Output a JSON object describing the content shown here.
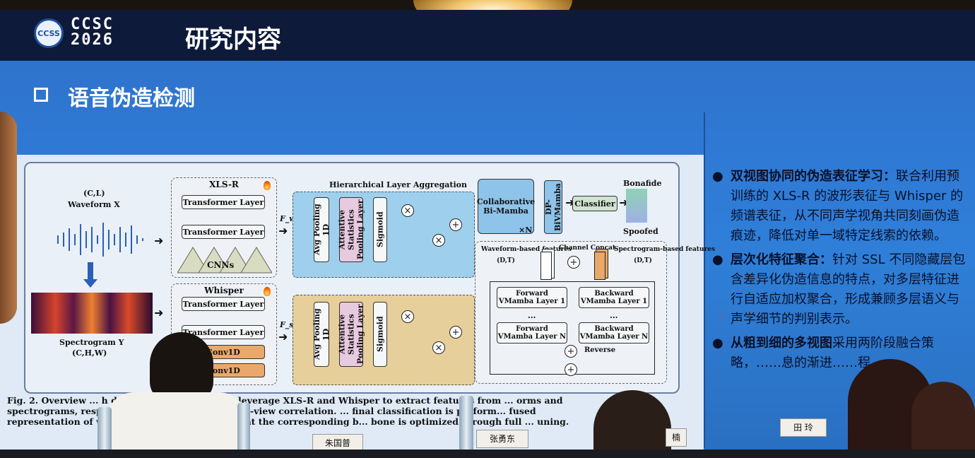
{
  "header": {
    "logo_abbrev": "CCSS",
    "logo_line1": "CCSC",
    "logo_line2": "2026",
    "title": "研究内容"
  },
  "section": {
    "title": "语音伪造检测"
  },
  "figure": {
    "input_top": {
      "dims": "(C,L)",
      "name": "Waveform X"
    },
    "input_bottom": {
      "dims": "(C,H,W)",
      "name": "Spectrogram Y"
    },
    "xlsr_panel": {
      "title": "XLS-R",
      "layer1": "Transformer Layer",
      "layer2": "Transformer Layer",
      "base": "CNNs"
    },
    "whisper_panel": {
      "title": "Whisper",
      "layer1": "Transformer Layer",
      "layer2": "Transformer Layer",
      "conv1": "Conv1D",
      "conv2": "Conv1D"
    },
    "hla_title": "Hierarchical Layer Aggregation",
    "avg_pool": "Avg Pooling 1D",
    "attn_pool": "Attentive Statistics Pooling Layer",
    "sigmoid": "Sigmoid",
    "fw": "F_w",
    "fs": "F_s",
    "collab": "Collaborative Bi-Mamba",
    "times_n": "×N",
    "dp": "DP-BiVMamba",
    "classifier": "Classifier",
    "bonafide": "Bonafide",
    "spoofed": "Spoofed",
    "channel_concat": "Channel Concat",
    "wave_feat": "Waveform-based features",
    "wave_dims": "(D,T)",
    "spec_feat": "Spectrogram-based features",
    "spec_dims": "(D,T)",
    "fwd1": "Forward VMamba Layer 1",
    "bwd1": "Backward VMamba Layer 1",
    "fwdn": "Forward VMamba Layer N",
    "bwdn": "Backward VMamba Layer N",
    "reverse": "Reverse",
    "dots": "...",
    "caption_line1": "Fig. 2.   Overview ... h detection framework. We leverage XLS-R and Whisper to extract features from ... orms and",
    "caption_line2": "spectrograms, resp... CPMF to enhance the cross-view correlation. ... final classification is perform... fused",
    "caption_line3": "representation of w... . The fire icon indicates that the corresponding b... bone is optimized through full ... uning."
  },
  "bullets": [
    {
      "head": "双视图协同的伪造表征学习：",
      "body": "联合利用预训练的 XLS-R 的波形表征与 Whisper 的频谱表征，从不同声学视角共同刻画伪造痕迹，降低对单一域特定线索的依赖。"
    },
    {
      "head": "层次化特征聚合：",
      "body": "针对 SSL 不同隐藏层包含差异化伪造信息的特点，对多层特征进行自适应加权聚合，形成兼顾多层语义与声学细节的判别表示。"
    },
    {
      "head": "从粗到细的多视图",
      "body": "采用两阶段融合策略，……息的渐进……程"
    }
  ],
  "audience": {
    "plate1": "朱国普",
    "plate2": "张勇东",
    "plate3": "楠",
    "plate4": "田 玲"
  }
}
